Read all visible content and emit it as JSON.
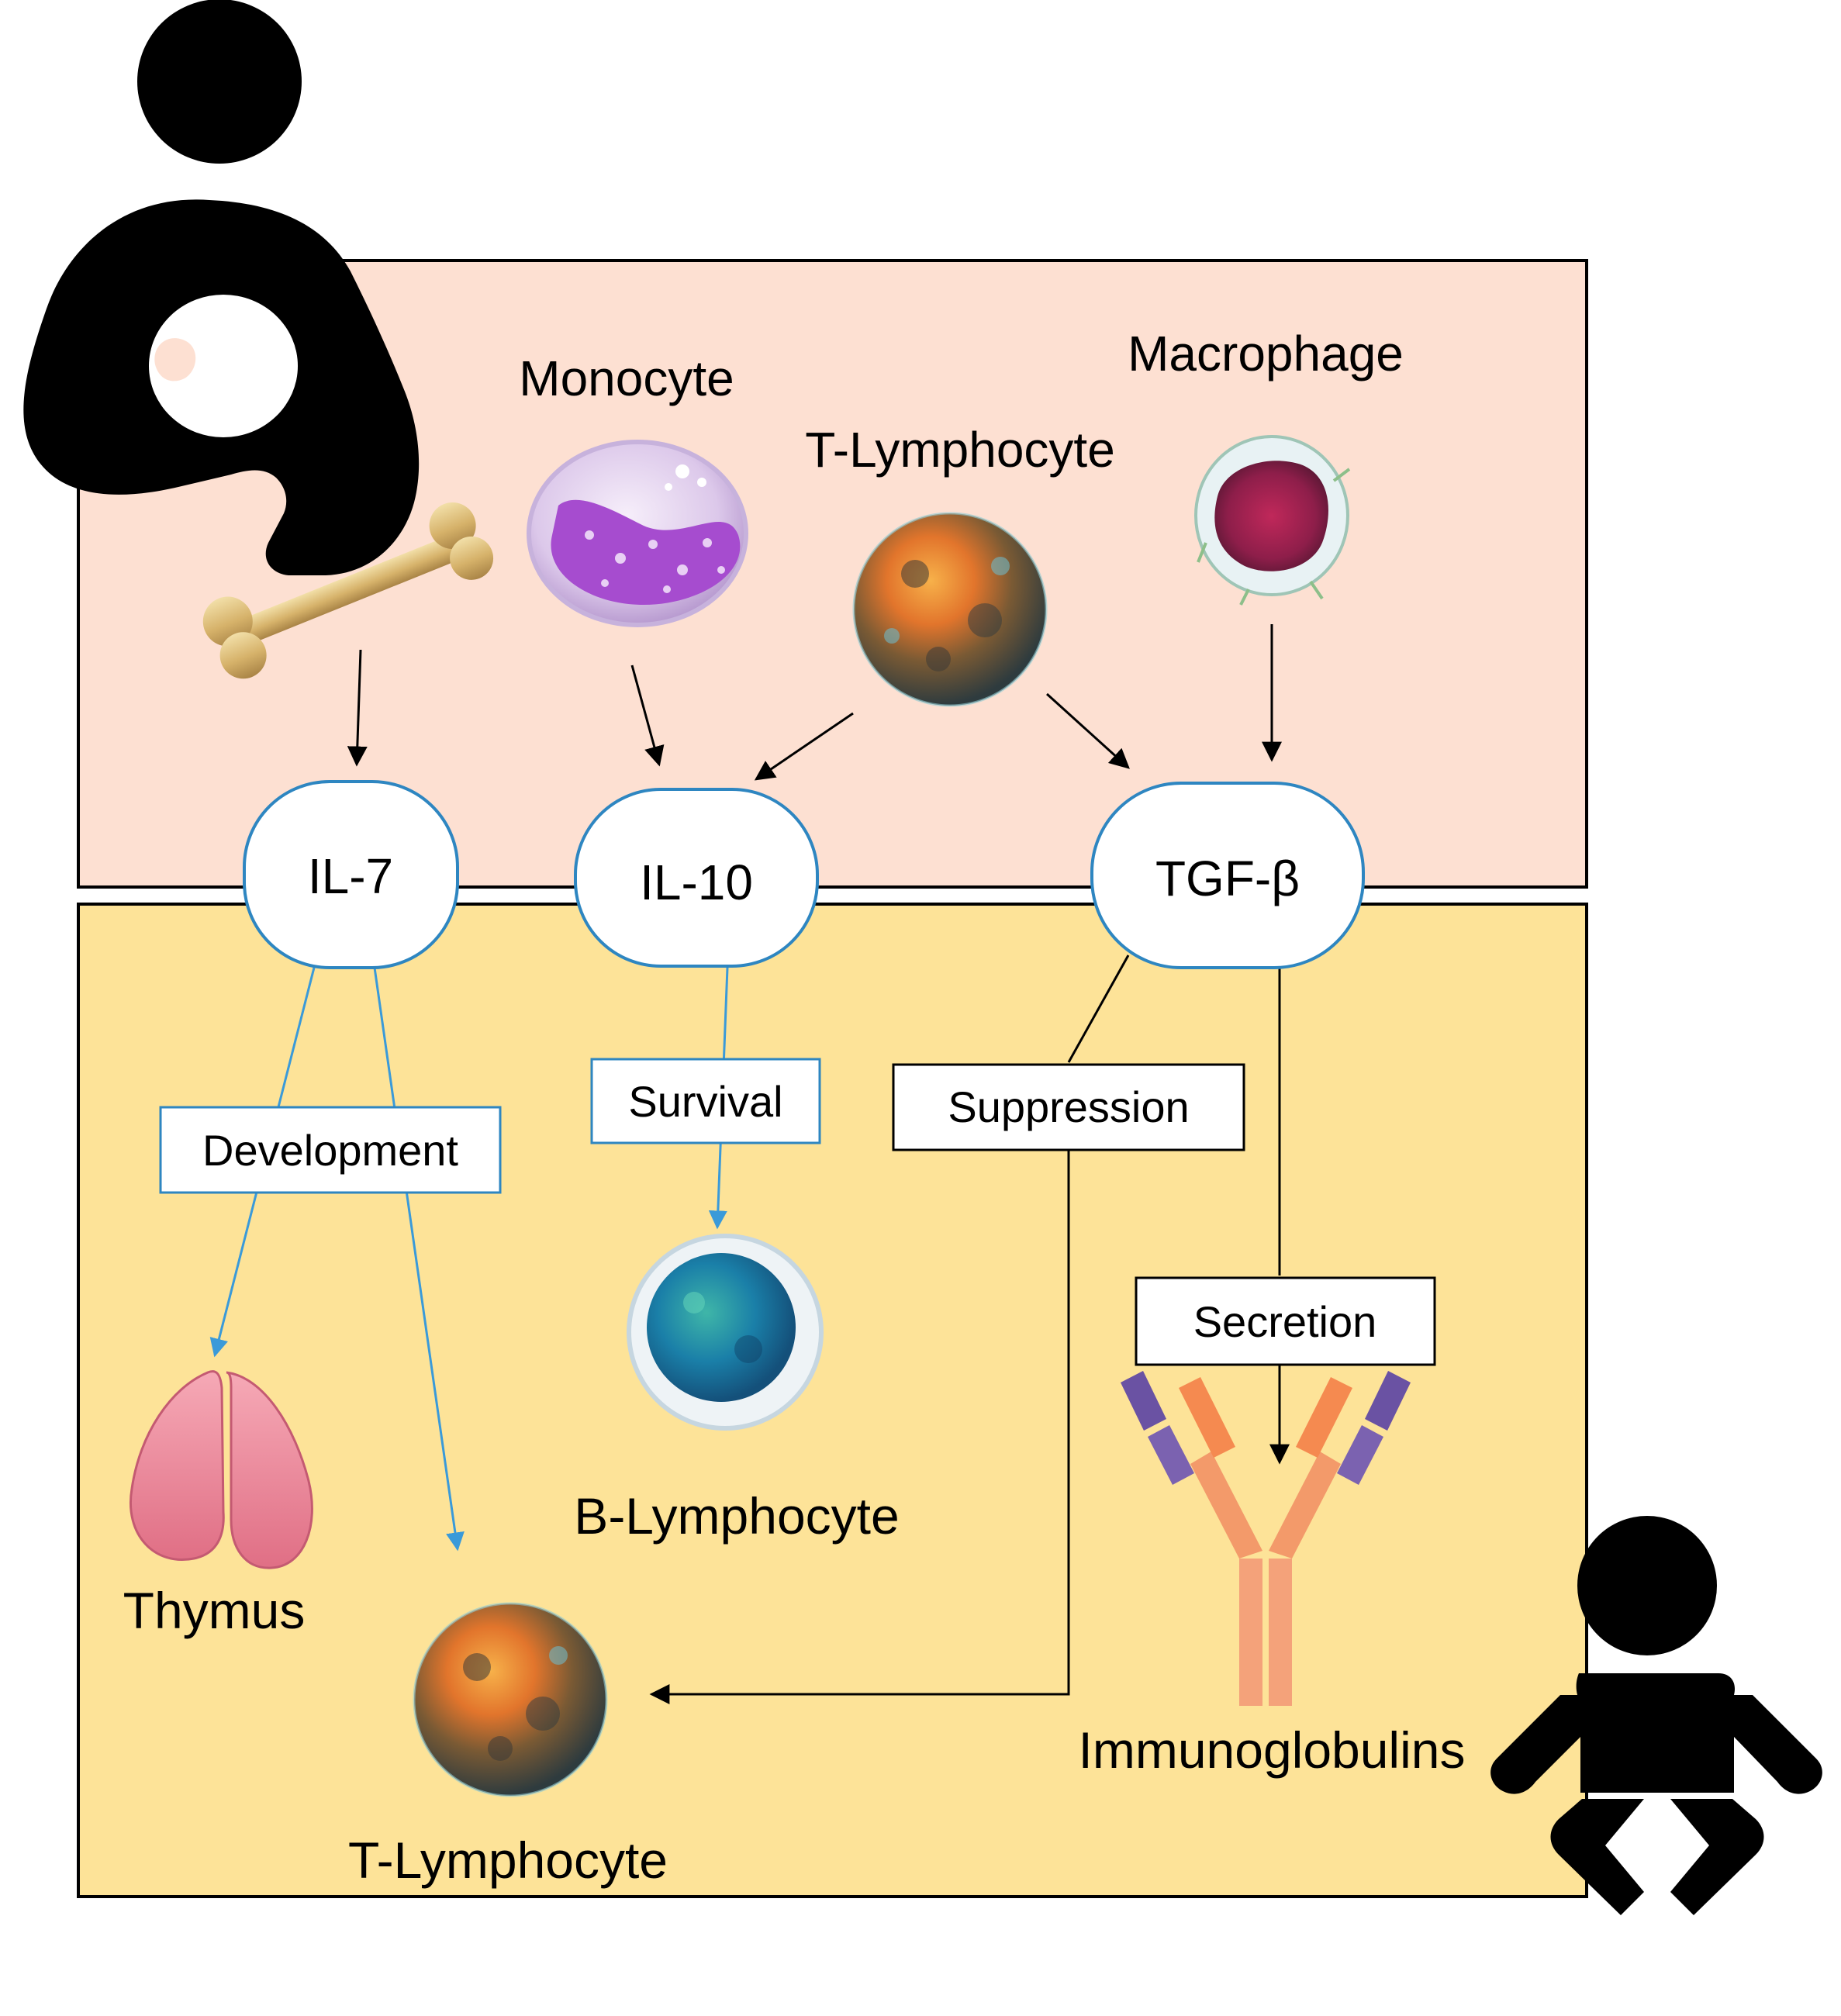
{
  "cells": {
    "monocyte": "Monocyte",
    "macrophage": "Macrophage",
    "t_lymphocyte_top": "T-Lymphocyte",
    "b_lymphocyte": "B-Lymphocyte",
    "t_lymphocyte_bottom": "T-Lymphocyte",
    "thymus": "Thymus",
    "immunoglobulins": "Immunoglobulins"
  },
  "cytokines": {
    "il7": "IL-7",
    "il10": "IL-10",
    "tgf": "TGF-β"
  },
  "effects": {
    "development": "Development",
    "survival": "Survival",
    "suppression": "Suppression",
    "secretion": "Secretion"
  },
  "icons": [
    "breastfeeding-mother-icon",
    "baby-icon",
    "bone-icon",
    "monocyte-icon",
    "t-lymphocyte-icon",
    "macrophage-icon",
    "b-lymphocyte-icon",
    "thymus-icon",
    "antibody-icon"
  ],
  "colors": {
    "mother_panel": "#fde0d2",
    "infant_panel": "#fde398",
    "cytokine_border": "#2e86c1",
    "blue_arrow": "#3a9ad9"
  }
}
